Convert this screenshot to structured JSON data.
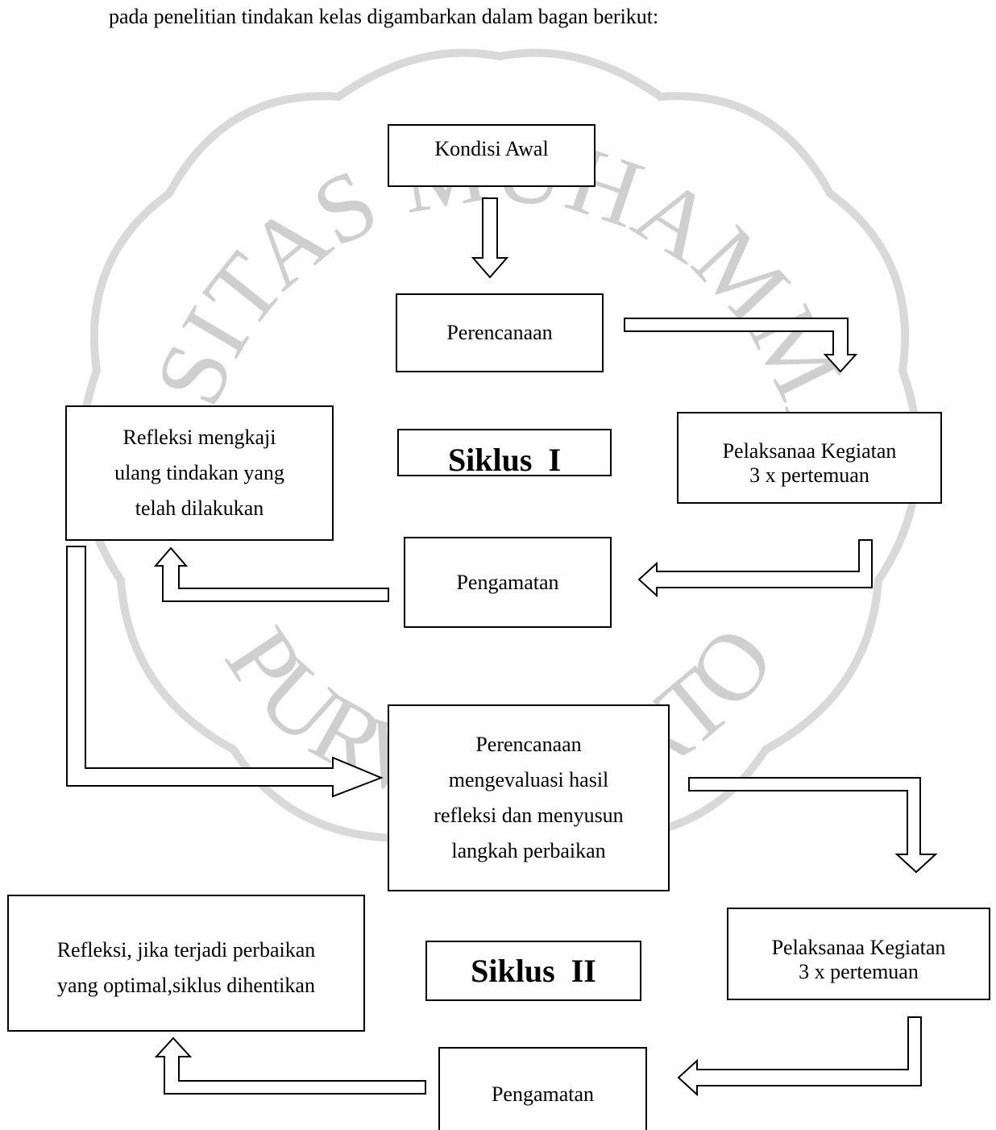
{
  "intro_text": "pada penelitian tindakan kelas digambarkan dalam bagan berikut:",
  "watermark": {
    "text": "UNIVERSITAS MUHAMMADIYAH PURWOKERTO",
    "color": "#cfcfcf"
  },
  "cycle1": {
    "label": "Siklus  I",
    "kondisi_awal": "Kondisi Awal",
    "perencanaan": "Perencanaan",
    "pelaksanaan_1": "Pelaksanaa Kegiatan",
    "pelaksanaan_2": "3 x pertemuan",
    "pengamatan": "Pengamatan",
    "refleksi_1": "Refleksi mengkaji",
    "refleksi_2": "ulang tindakan yang",
    "refleksi_3": "telah dilakukan"
  },
  "cycle2": {
    "label": "Siklus  II",
    "perencanaan_1": "Perencanaan",
    "perencanaan_2": "mengevaluasi hasil",
    "perencanaan_3": "refleksi dan menyusun",
    "perencanaan_4": "langkah perbaikan",
    "pelaksanaan_1": "Pelaksanaa Kegiatan",
    "pelaksanaan_2": "3 x pertemuan",
    "pengamatan": "Pengamatan",
    "refleksi_1": "Refleksi, jika terjadi perbaikan",
    "refleksi_2": "yang optimal,siklus dihentikan"
  }
}
